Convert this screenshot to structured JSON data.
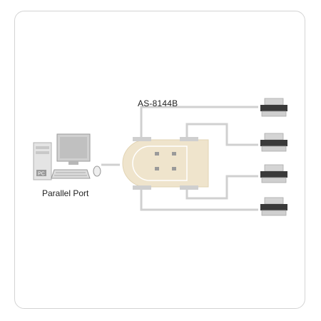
{
  "diagram": {
    "device_label": "AS-8144B",
    "computer_caption": "Parallel Port",
    "pc_badge": "PC",
    "colors": {
      "cable": "#d0d0d0",
      "switch_body": "#efe4cc",
      "printer_dark": "#3a3a3a",
      "printer_light": "#cfcfcf",
      "frame": "#d4d4d4"
    },
    "printer_count": 4
  }
}
